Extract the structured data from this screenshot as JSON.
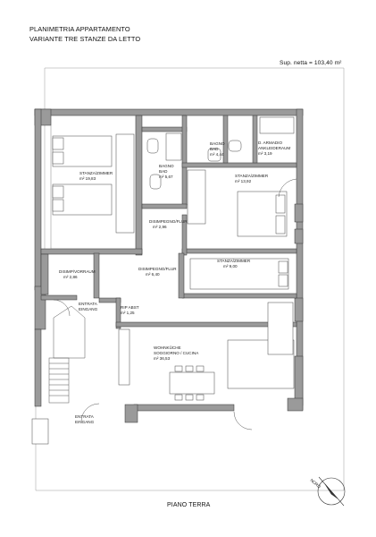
{
  "header": {
    "title_line1": "PLANIMETRIA APPARTAMENTO",
    "title_line2": "VARIANTE TRE STANZE DA LETTO",
    "net_area": "Sup. netta = 103,40 m²"
  },
  "footer": {
    "floor": "PIANO TERRA",
    "north": "NORD"
  },
  "rooms": {
    "stanza1": {
      "name": "STANZA/ZIMMER",
      "area": "m² 19,83"
    },
    "bagno1": {
      "name": "BAGNO",
      "name2": "BAD",
      "area": "m² 5,67"
    },
    "bagno2": {
      "name": "BAGNO",
      "name2": "BAD",
      "area": "m² 4,44"
    },
    "armadio": {
      "name": "D. ARMADIO",
      "name2": "ANKLEIDERAUM",
      "area": "m² 3,19"
    },
    "stanza2": {
      "name": "STANZA/ZIMMER",
      "area": "m² 13,92"
    },
    "disimpegno1": {
      "name": "DISIMPEGNO/FLUR",
      "area": "m² 2,96"
    },
    "disimpegno2": {
      "name": "DISIMP/VORRAUM",
      "area": "m² 2,86"
    },
    "disimpegno3": {
      "name": "DISIMPEGNO/FLUR",
      "area": "m² 6,40"
    },
    "stanza3": {
      "name": "STANZA/ZIMMER",
      "area": "m² 9,00"
    },
    "entrata1": {
      "name": "ENTRATA",
      "name2": "EINGANG"
    },
    "ripabst": {
      "name": "RIP ABST",
      "area": "m² 1,25"
    },
    "soggiorno": {
      "name": "WOHNKÜCHE",
      "name2": "SOGGIORNO / CUCINA",
      "area": "m² 36,53"
    },
    "entrata2": {
      "name": "ENTRATA",
      "name2": "EINGANG"
    }
  }
}
